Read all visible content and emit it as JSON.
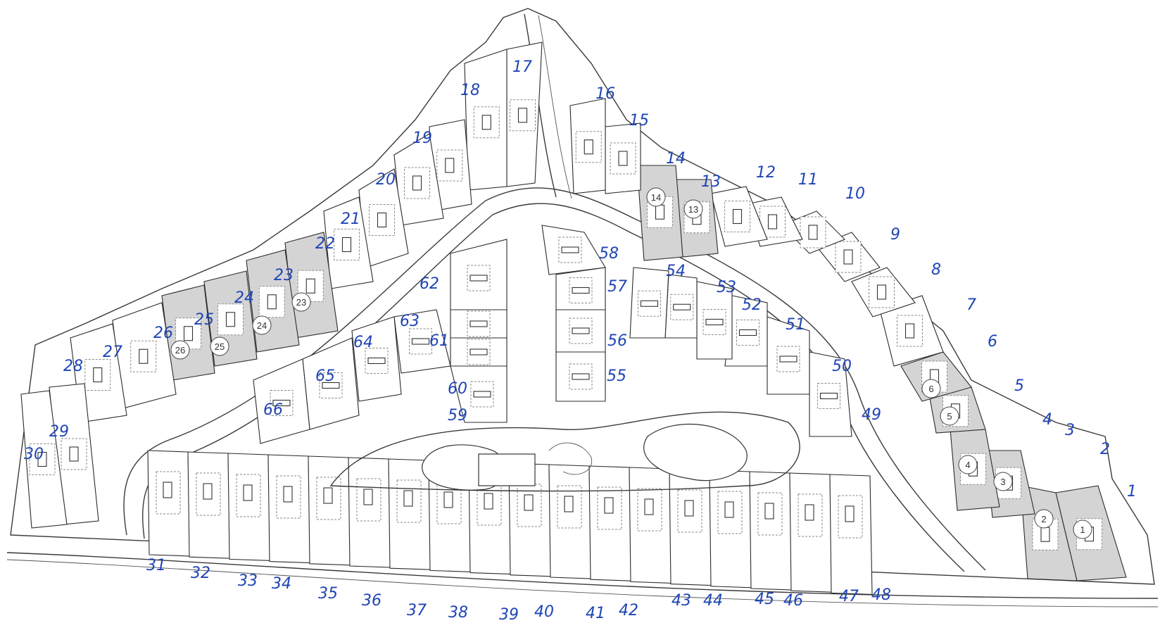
{
  "colors": {
    "background": "#ffffff",
    "line": "#2b2b2b",
    "sold_fill": "#d4d4d4",
    "lot_number": "#1f45b5"
  },
  "north_lots": {
    "numbers": [
      "1",
      "2",
      "3",
      "4",
      "5",
      "6",
      "7",
      "8",
      "9",
      "10",
      "11",
      "12",
      "13",
      "14",
      "15",
      "16",
      "17",
      "18",
      "19",
      "20",
      "21",
      "22",
      "23",
      "24",
      "25",
      "26",
      "27",
      "28",
      "29",
      "30"
    ],
    "sold": [
      "1",
      "2",
      "3",
      "4",
      "5",
      "6",
      "13",
      "14",
      "23",
      "24",
      "25",
      "26"
    ]
  },
  "south_lots": {
    "numbers": [
      "31",
      "32",
      "33",
      "34",
      "35",
      "36",
      "37",
      "38",
      "39",
      "40",
      "41",
      "42",
      "43",
      "44",
      "45",
      "46",
      "47",
      "48"
    ]
  },
  "inner_lots": {
    "numbers": [
      "49",
      "50",
      "51",
      "52",
      "53",
      "54",
      "55",
      "56",
      "57",
      "58",
      "59",
      "60",
      "61",
      "62",
      "63",
      "64",
      "65",
      "66"
    ]
  },
  "circled_marks": [
    "1",
    "2",
    "3",
    "4",
    "5",
    "6",
    "13",
    "14",
    "23",
    "24",
    "25",
    "26"
  ]
}
